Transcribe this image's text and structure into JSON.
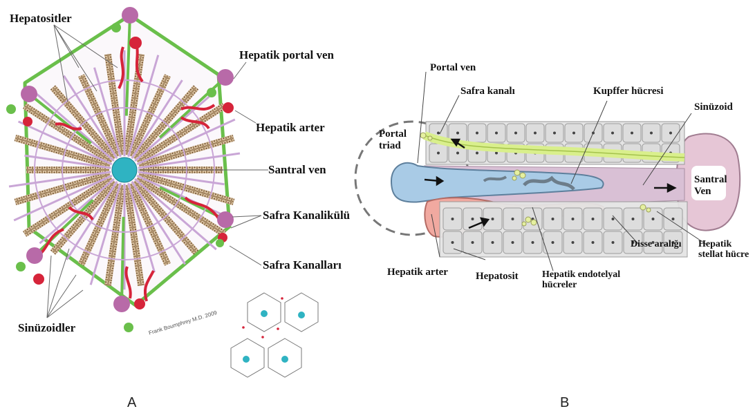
{
  "panel_a": {
    "letter": "A",
    "labels": {
      "hepatocytes": "Hepatositler",
      "portal_vein": "Hepatik portal ven",
      "hepatic_artery": "Hepatik arter",
      "central_vein": "Santral ven",
      "bile_canaliculus": "Safra Kanalikülü",
      "bile_ducts": "Safra Kanalları",
      "sinusoids": "Sinüzoidler"
    },
    "credit": "Frank Boumphrey M.D. 2009"
  },
  "panel_b": {
    "letter": "B",
    "labels": {
      "portal_vein": "Portal ven",
      "bile_duct": "Safra kanalı",
      "portal_triad": "Portal triad",
      "kupffer_cell": "Kupffer hücresi",
      "sinusoid": "Sinüzoid",
      "central_vein": "Santral Ven",
      "hepatic_artery": "Hepatik arter",
      "hepatocyte": "Hepatosit",
      "endothelial_cells": "Hepatik endotelyal hücreler",
      "space_of_disse": "Disse aralığı",
      "stellate_cell": "Hepatik stellat hücre"
    }
  },
  "colors": {
    "sinusoid_purple": "#c9a6d6",
    "green_duct": "#6abf4b",
    "artery_red": "#d6243a",
    "portal_purple": "#b86aa8",
    "central_cyan": "#2fb3c2",
    "hepatocyte_tan": "#c9a77c",
    "vein_blue": "#a9cbe6",
    "artery_pink": "#f1a9a0",
    "bile_yellow": "#e5f0a0",
    "central_pink": "#e6c6d6",
    "cell_gray": "#dddddd"
  }
}
